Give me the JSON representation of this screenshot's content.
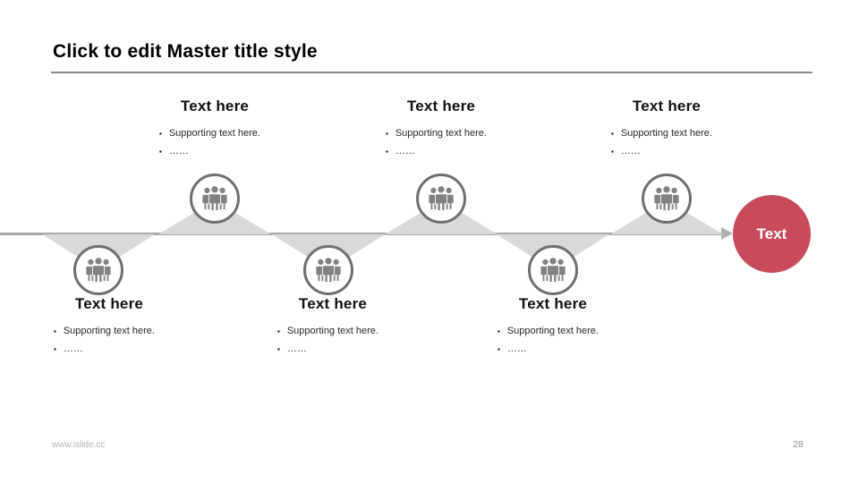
{
  "title": {
    "text": "Click to edit Master title style"
  },
  "end_node": {
    "label": "Text"
  },
  "blocks": {
    "top": [
      {
        "heading": "Text here",
        "bullets": [
          "Supporting text here.",
          "……"
        ]
      },
      {
        "heading": "Text here",
        "bullets": [
          "Supporting text here.",
          "……"
        ]
      },
      {
        "heading": "Text here",
        "bullets": [
          "Supporting text here.",
          "……"
        ]
      }
    ],
    "bottom": [
      {
        "heading": "Text here",
        "bullets": [
          "Supporting text here.",
          "……"
        ]
      },
      {
        "heading": "Text here",
        "bullets": [
          "Supporting text here.",
          "……"
        ]
      },
      {
        "heading": "Text here",
        "bullets": [
          "Supporting text here.",
          "……"
        ]
      }
    ]
  },
  "footer": {
    "url": "www.islide.cc",
    "page": "28"
  },
  "icons": {
    "milestone": "people-group-icon",
    "line_end": "arrow-right-icon"
  },
  "colors": {
    "accent": "#c74b5c",
    "zigzag_triangle": "#d9d9d9",
    "timeline_line": "#a8a8a8",
    "circle_ring": "#6f6f6f",
    "icon_gray": "#828282"
  }
}
